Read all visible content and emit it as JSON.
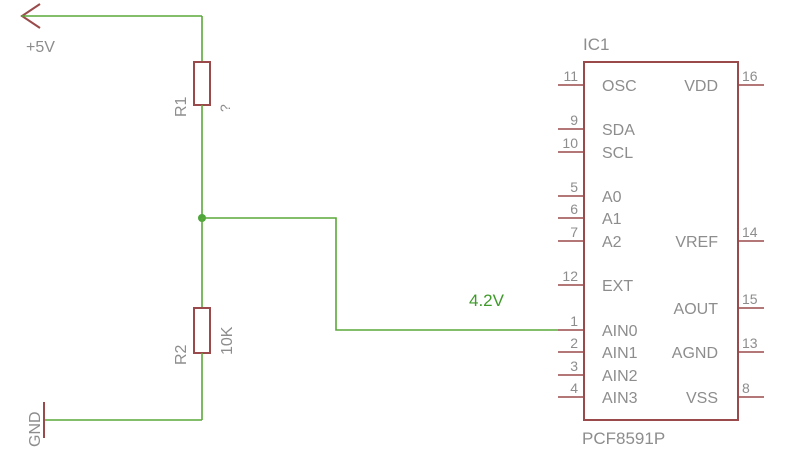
{
  "power": {
    "vcc_label": "+5V",
    "gnd_label": "GND"
  },
  "r1": {
    "name": "R1",
    "value": "?"
  },
  "r2": {
    "name": "R2",
    "value": "10K"
  },
  "net": {
    "voltage_label": "4.2V"
  },
  "ic": {
    "name": "IC1",
    "part": "PCF8591P",
    "pins": [
      {
        "num": "11",
        "name": "OSC"
      },
      {
        "num": "9",
        "name": "SDA"
      },
      {
        "num": "10",
        "name": "SCL"
      },
      {
        "num": "5",
        "name": "A0"
      },
      {
        "num": "6",
        "name": "A1"
      },
      {
        "num": "7",
        "name": "A2"
      },
      {
        "num": "12",
        "name": "EXT"
      },
      {
        "num": "1",
        "name": "AIN0"
      },
      {
        "num": "2",
        "name": "AIN1"
      },
      {
        "num": "3",
        "name": "AIN2"
      },
      {
        "num": "4",
        "name": "AIN3"
      },
      {
        "num": "16",
        "name": "VDD"
      },
      {
        "num": "14",
        "name": "VREF"
      },
      {
        "num": "15",
        "name": "AOUT"
      },
      {
        "num": "13",
        "name": "AGND"
      },
      {
        "num": "8",
        "name": "VSS"
      }
    ]
  },
  "colors": {
    "wire": "#5aa83a",
    "part": "#9a4a4a",
    "label": "#8d8d8d",
    "net_label": "#3f9a2a"
  }
}
